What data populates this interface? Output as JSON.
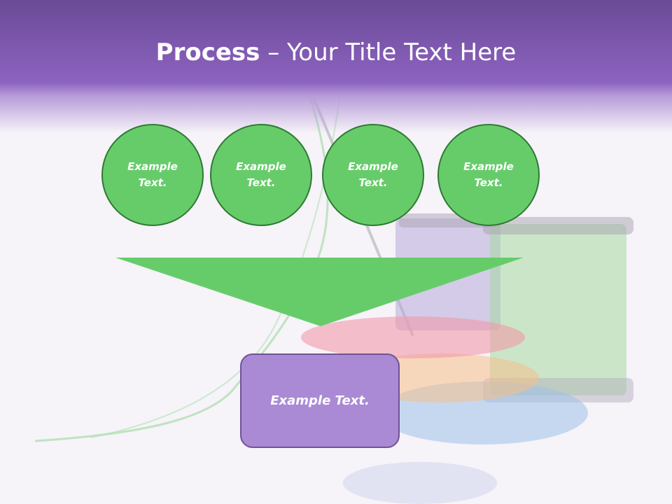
{
  "slide": {
    "title_bold": "Process",
    "title_dash": "–",
    "title_rest": "Your Title Text Here"
  },
  "circles": [
    {
      "line1": "Example",
      "line2": "Text."
    },
    {
      "line1": "Example",
      "line2": "Text."
    },
    {
      "line1": "Example",
      "line2": "Text."
    },
    {
      "line1": "Example",
      "line2": "Text."
    }
  ],
  "result_box": {
    "label": "Example Text."
  },
  "colors": {
    "header": "#8d63c0",
    "circle_fill": "#66cc6a",
    "circle_border": "#2e7a32",
    "funnel": "#66cc6a",
    "result_fill": "#aa8ad4",
    "result_border": "#6f5494"
  }
}
